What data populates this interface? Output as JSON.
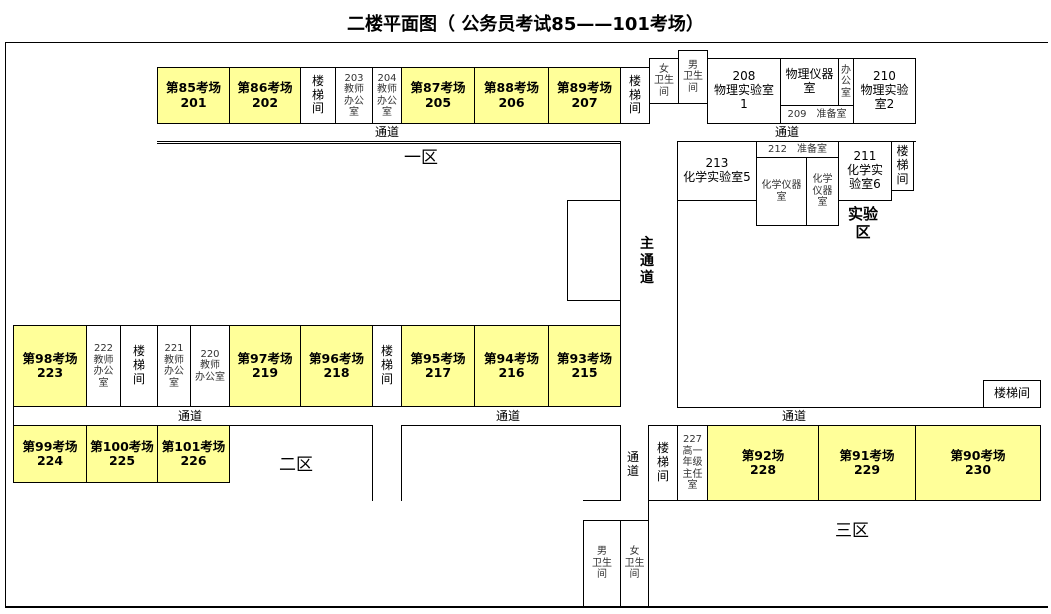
{
  "title": "二楼平面图（ 公务员考试85——101考场）",
  "zones": {
    "z1": "一区",
    "z2": "二区",
    "z3": "三区",
    "lab": "实验\n区"
  },
  "labels": {
    "corridor": "通道",
    "main_corridor": "主\n通\n道",
    "corridor_v": "通\n道"
  },
  "top": {
    "r201": "第85考场\n201",
    "r202": "第86考场\n202",
    "stair1": "楼\n梯\n间",
    "r203": "203\n教师\n办公\n室",
    "r204": "204\n教师\n办公\n室",
    "r205": "第87考场\n205",
    "r206": "第88考场\n206",
    "r207": "第89考场\n207",
    "stair2": "楼\n梯\n间",
    "wc_f": "女\n卫生\n间",
    "wc_m": "男\n卫生\n间",
    "r208": "208\n物理实验室\n1",
    "phys_inst": "物理仪器\n室",
    "office": "办\n公\n室",
    "r209": "209　准备室",
    "r210": "210\n物理实验\n室2"
  },
  "lab": {
    "r213": "213\n化学实验室5",
    "r212": "212　准备室",
    "chem_inst1": "化学仪器\n室",
    "chem_inst2": "化学\n仪器\n室",
    "r211": "211\n化学实\n验室6",
    "stair": "楼\n梯\n间"
  },
  "mid": {
    "r223": "第98考场\n223",
    "r222": "222\n教师\n办公\n室",
    "stair1": "楼\n梯\n间",
    "r221": "221\n教师\n办公\n室",
    "r220": "220\n教师\n办公室",
    "r219": "第97考场\n219",
    "r218": "第96考场\n218",
    "stair2": "楼\n梯\n间",
    "r217": "第95考场\n217",
    "r216": "第94考场\n216",
    "r215": "第93考场\n215"
  },
  "bottom": {
    "r224": "第99考场\n224",
    "r225": "第100考场\n225",
    "r226": "第101考场\n226",
    "stair_r": "楼梯间",
    "stair": "楼\n梯\n间",
    "r227": "227\n高一\n年级\n主任\n室",
    "r228": "第92场\n228",
    "r229": "第91考场\n229",
    "r230": "第90考场\n230",
    "wc_m": "男\n卫生\n间",
    "wc_f": "女\n卫生\n间"
  }
}
